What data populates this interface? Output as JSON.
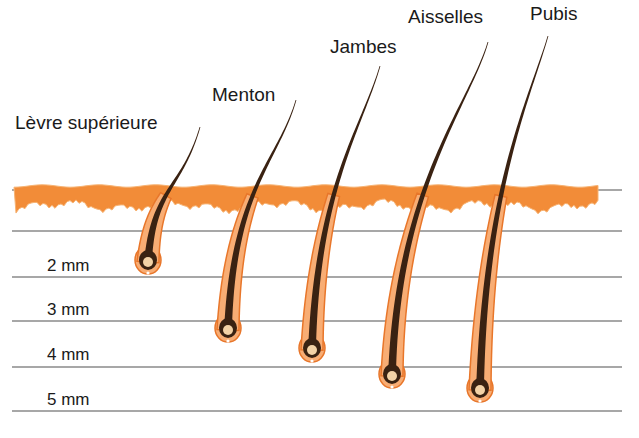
{
  "diagram": {
    "labels": [
      "Lèvre supérieure",
      "Menton",
      "Jambes",
      "Aisselles",
      "Pubis",
      "2 mm",
      "3 mm",
      "4 mm",
      "5 mm"
    ]
  }
}
